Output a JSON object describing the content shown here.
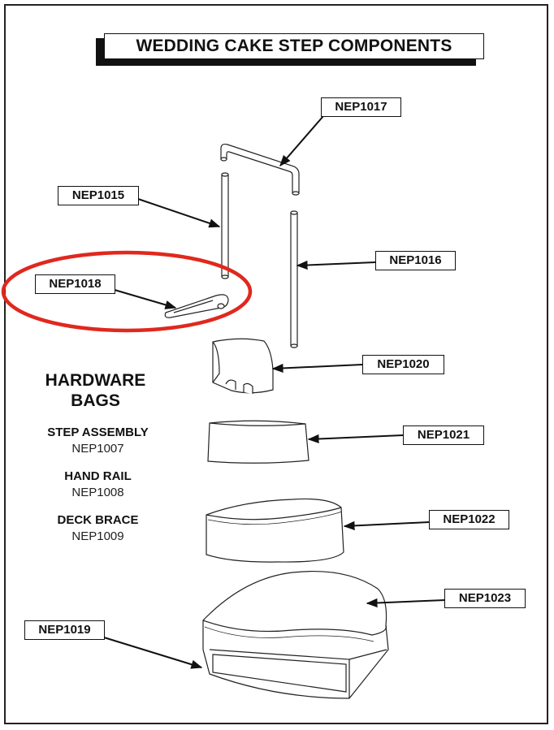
{
  "title": "WEDDING CAKE STEP COMPONENTS",
  "parts": [
    {
      "id": "NEP1017"
    },
    {
      "id": "NEP1015"
    },
    {
      "id": "NEP1016"
    },
    {
      "id": "NEP1018"
    },
    {
      "id": "NEP1020"
    },
    {
      "id": "NEP1021"
    },
    {
      "id": "NEP1022"
    },
    {
      "id": "NEP1023"
    },
    {
      "id": "NEP1019"
    }
  ],
  "hardware": {
    "heading_line1": "HARDWARE",
    "heading_line2": "BAGS",
    "items": [
      {
        "name": "STEP ASSEMBLY",
        "code": "NEP1007"
      },
      {
        "name": "HAND RAIL",
        "code": "NEP1008"
      },
      {
        "name": "DECK BRACE",
        "code": "NEP1009"
      }
    ]
  },
  "colors": {
    "highlight": "#e0281e",
    "line": "#111111"
  }
}
